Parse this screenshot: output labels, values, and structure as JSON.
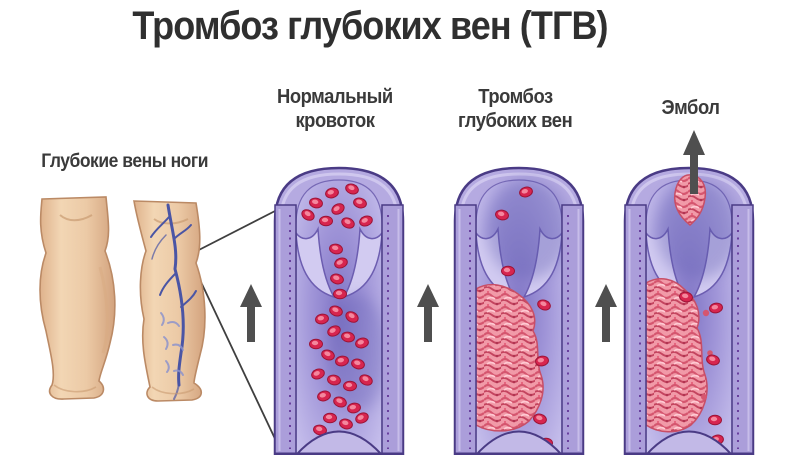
{
  "title": "Тромбоз глубоких вен (ТГВ)",
  "legs": {
    "label": "Глубокие вены ноги"
  },
  "stages": [
    {
      "key": "normal",
      "line1": "Нормальный",
      "line2": "кровоток"
    },
    {
      "key": "thrombosis",
      "line1": "Тромбоз",
      "line2": "глубоких вен"
    },
    {
      "key": "embolus",
      "line1": "Эмбол",
      "line2": ""
    }
  ],
  "icons": {
    "flow_arrows": "up-arrow",
    "embolus_arrow": "up-arrow",
    "callout": "magnify-callout-lines"
  },
  "colors": {
    "background": "#ffffff",
    "title_text": "#2f2f2f",
    "label_text": "#3a3a3a",
    "vein_wall": "#b5aae1",
    "vein_wall_strip": "#ab9eda",
    "vein_outline": "#4a3b85",
    "vein_wall_dots": "#5d2f93",
    "vein_highlight": "#dad3f3",
    "lumen_center": "#8176c6",
    "lumen_mid": "#a095d8",
    "lumen_edge": "#cac3ee",
    "lumen_shadow": "#5f5cb0",
    "valve_fill": "#d2cbf1",
    "valve_outline": "#6c5db0",
    "rbc": "#d7254f",
    "rbc_dark": "#9c1336",
    "rbc_light": "#f68ca1",
    "clot_base": "#f19aa8",
    "clot_strand_dark": "#d5566f",
    "clot_strand_darker": "#c4445f",
    "clot_strand_light": "#ffc9d2",
    "clot_outline": "#c84e66",
    "arch_fill": "#c2b9e7",
    "arrow": "#4f4f4f",
    "callout_line": "#3f3f3f",
    "skin_light": "#f2d6b4",
    "skin_mid": "#eccaa6",
    "skin_dark": "#d3a37e",
    "skin_outline": "#bb8a65",
    "leg_vein": "#4a55a5",
    "leg_vein_light": "#8e94cc"
  }
}
